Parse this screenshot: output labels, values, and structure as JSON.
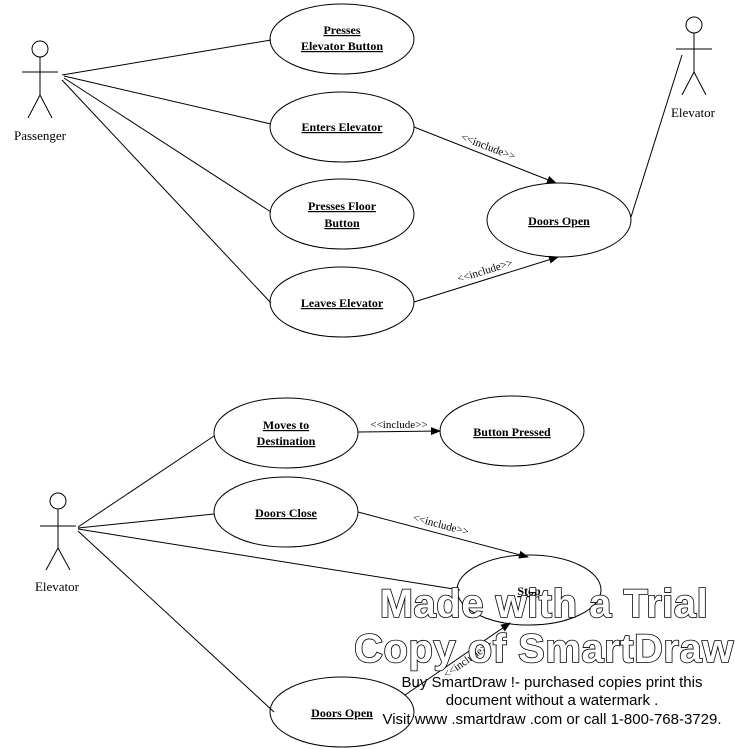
{
  "top": {
    "actors": {
      "passenger": "Passenger",
      "elevator": "Elevator"
    },
    "use_cases": {
      "presses_button": [
        "Presses",
        "Elevator Button"
      ],
      "enters": "Enters Elevator",
      "presses_floor": [
        "Presses Floor",
        "Button"
      ],
      "leaves": "Leaves Elevator",
      "doors_open": "Doors Open"
    },
    "include_label": "<<include>>"
  },
  "bottom": {
    "actors": {
      "elevator": "Elevator"
    },
    "use_cases": {
      "moves": [
        "Moves to",
        "Destination"
      ],
      "button_pressed": "Button Pressed",
      "doors_close": "Doors Close",
      "stop": "Stop",
      "doors_open": "Doors Open"
    },
    "include_label": "<<include>>"
  },
  "watermark": {
    "line1": "Made with a Trial",
    "line2": "Copy of SmartDraw",
    "note1": "Buy SmartDraw !- purchased copies print this",
    "note2": "document without a watermark .",
    "note3": "Visit www .smartdraw .com or call  1-800-768-3729."
  }
}
